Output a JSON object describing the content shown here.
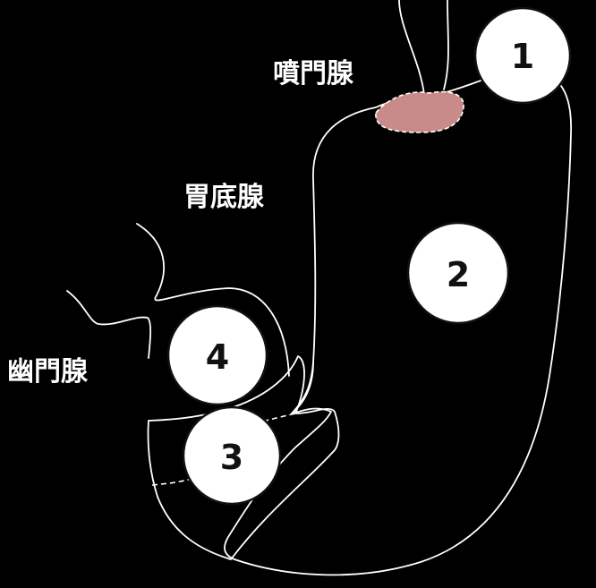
{
  "labels": {
    "cardiac_glands": "噴門腺",
    "fundic_glands": "胃底腺",
    "pyloric_glands": "幽門腺"
  },
  "badges": {
    "one": "1",
    "two": "2",
    "three": "3",
    "four": "4"
  },
  "colors": {
    "background": "#000000",
    "fundic_top": "#F7922A",
    "fundic_bottom": "#FDF3E6",
    "pyloric_top": "#A9C9F0",
    "pyloric_bottom": "#3E78C4",
    "cardia": "#C98A8A",
    "outline": "#FFFFFF"
  }
}
